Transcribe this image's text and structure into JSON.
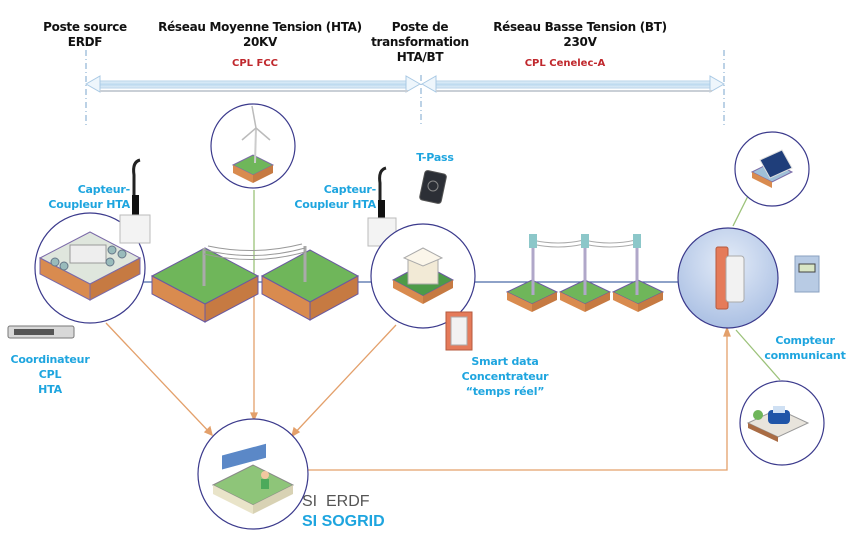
{
  "header": {
    "segments": [
      {
        "title_line1": "Poste source",
        "title_line2": "ERDF",
        "title_line3": ""
      },
      {
        "title_line1": "Réseau Moyenne Tension (HTA)",
        "title_line2": "20KV",
        "title_line3": ""
      },
      {
        "title_line1": "Poste de",
        "title_line2": "transformation",
        "title_line3": "HTA/BT"
      },
      {
        "title_line1": "Réseau Basse Tension (BT)",
        "title_line2": "230V",
        "title_line3": ""
      }
    ],
    "protocols": {
      "hta": "CPL FCC",
      "bt": "CPL Cenelec-A"
    }
  },
  "labels": {
    "capteur_left_1": "Capteur-",
    "capteur_left_2": "Coupleur HTA",
    "capteur_mid_1": "Capteur-",
    "capteur_mid_2": "Coupleur HTA",
    "tpass": "T-Pass",
    "coordinateur_1": "Coordinateur CPL",
    "coordinateur_2": "HTA",
    "smart_1": "Smart data",
    "smart_2": "Concentrateur",
    "smart_3": "“temps réel”",
    "compteur_1": "Compteur",
    "compteur_2": "communicant",
    "si_erdf": "SI  ERDF",
    "si_sogrid": "SI SOGRID"
  },
  "colors": {
    "label_blue": "#1ea5df",
    "protocol_red": "#c0282d",
    "circle_stroke": "#3b3a8c",
    "orange_link": "#e3a06b",
    "green_link": "#9cc27a",
    "grass": "#6fb65a",
    "soil": "#d98b4f"
  }
}
